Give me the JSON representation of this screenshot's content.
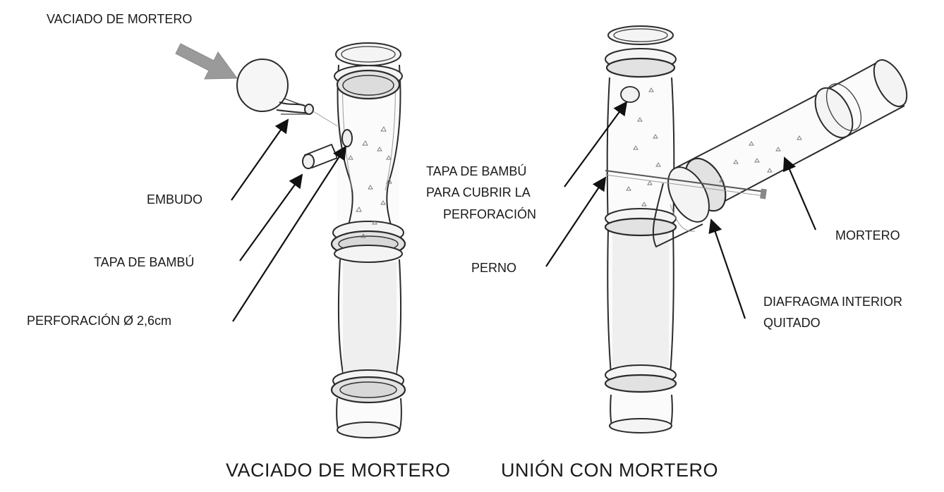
{
  "labels": {
    "vaciado_top": "VACIADO DE MORTERO",
    "embudo": "EMBUDO",
    "tapa_bambu": "TAPA DE BAMBÚ",
    "perforacion": "PERFORACIÓN Ø 2,6cm",
    "tapa_cubrir_1": "TAPA DE BAMBÚ",
    "tapa_cubrir_2": "PARA CUBRIR LA",
    "tapa_cubrir_3": "PERFORACIÓN",
    "perno": "PERNO",
    "mortero": "MORTERO",
    "diafragma_1": "DIAFRAGMA INTERIOR",
    "diafragma_2": "QUITADO"
  },
  "captions": {
    "left": "VACIADO DE MORTERO",
    "right": "UNIÓN CON MORTERO"
  },
  "colors": {
    "ink": "#1a1a1a",
    "pour_arrow": "#9a9a9a",
    "mortar": "#e9e9e9"
  }
}
